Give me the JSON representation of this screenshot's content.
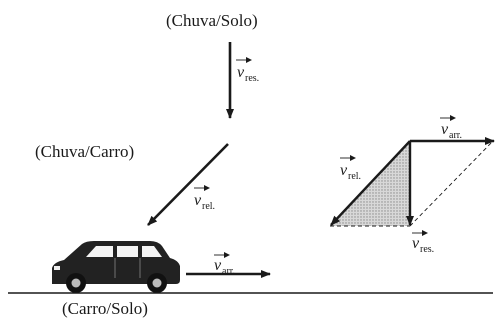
{
  "labels": {
    "rain_ground": "(Chuva/Solo)",
    "rain_car": "(Chuva/Carro)",
    "car_ground": "(Carro/Solo)"
  },
  "vectors": {
    "resultant": {
      "symbol": "v",
      "subscript": "res."
    },
    "relative": {
      "symbol": "v",
      "subscript": "rel."
    },
    "drag": {
      "symbol": "v",
      "subscript": "arr."
    }
  },
  "colors": {
    "ink": "#1a1a1a",
    "shade": "#c8c8c8"
  }
}
